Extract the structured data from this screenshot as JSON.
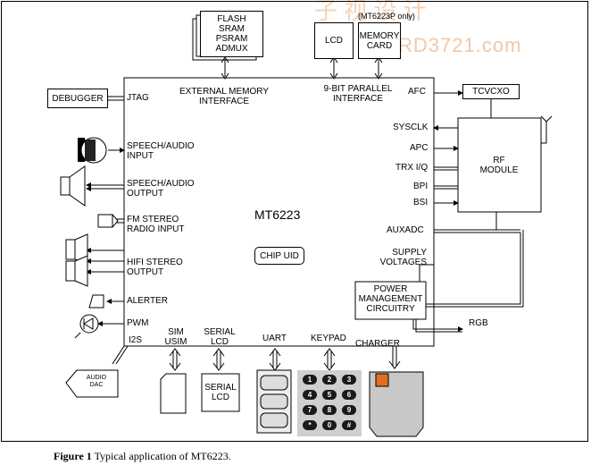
{
  "watermark": {
    "site": "RD3721.com",
    "top_text": "子 视 设 计"
  },
  "chip": {
    "name": "MT6223",
    "uid_label": "CHIP UID"
  },
  "top_blocks": {
    "memory": [
      "FLASH",
      "SRAM",
      "PSRAM",
      "ADMUX"
    ],
    "lcd": "LCD",
    "memory_card": [
      "MEMORY",
      "CARD"
    ],
    "memory_card_note": "(MT6223P only)"
  },
  "interfaces": {
    "external_memory": [
      "EXTERNAL MEMORY",
      "INTERFACE"
    ],
    "parallel": [
      "9-BIT PARALLEL",
      "INTERFACE"
    ],
    "jtag": "JTAG",
    "debugger": "DEBUGGER"
  },
  "left_labels": {
    "speech_in": [
      "SPEECH/AUDIO",
      "INPUT"
    ],
    "speech_out": [
      "SPEECH/AUDIO",
      "OUTPUT"
    ],
    "fm": [
      "FM STEREO",
      "RADIO INPUT"
    ],
    "hifi": [
      "HIFI STEREO",
      "OUTPUT"
    ],
    "alerter": "ALERTER",
    "pwm": "PWM",
    "i2s": "I2S",
    "audio_dac": [
      "AUDIO",
      "DAC"
    ]
  },
  "right_labels": {
    "afc": "AFC",
    "sysclk": "SYSCLK",
    "apc": "APC",
    "trx": "TRX I/Q",
    "bpi": "BPI",
    "bsi": "BSI",
    "auxadc": "AUXADC",
    "supply": [
      "SUPPLY",
      "VOLTAGES"
    ],
    "tcvcxo": "TCVCXO",
    "rf_module": [
      "RF",
      "MODULE"
    ],
    "pmu": [
      "POWER",
      "MANAGEMENT",
      "CIRCUITRY"
    ],
    "rgb": "RGB"
  },
  "bottom_labels": {
    "sim": [
      "SIM",
      "USIM"
    ],
    "serial_lcd": [
      "SERIAL",
      "LCD"
    ],
    "uart": "UART",
    "keypad": "KEYPAD",
    "charger": "CHARGER",
    "serial_lcd_box": [
      "SERIAL",
      "LCD"
    ]
  },
  "keypad_keys": [
    "1",
    "2",
    "3",
    "4",
    "5",
    "6",
    "7",
    "8",
    "9",
    "*",
    "0",
    "#"
  ],
  "caption": {
    "label": "Figure 1",
    "text": " Typical application of MT6223."
  }
}
